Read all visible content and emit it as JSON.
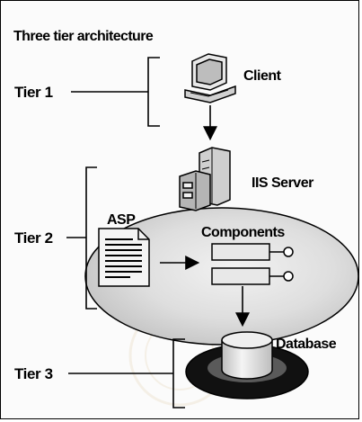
{
  "diagram": {
    "title": "Three tier architecture",
    "tiers": [
      {
        "label": "Tier 1"
      },
      {
        "label": "Tier 2"
      },
      {
        "label": "Tier 3"
      }
    ],
    "nodes": {
      "client": "Client",
      "iis_server": "IIS Server",
      "asp": "ASP",
      "components": "Components",
      "database": "Database"
    }
  }
}
